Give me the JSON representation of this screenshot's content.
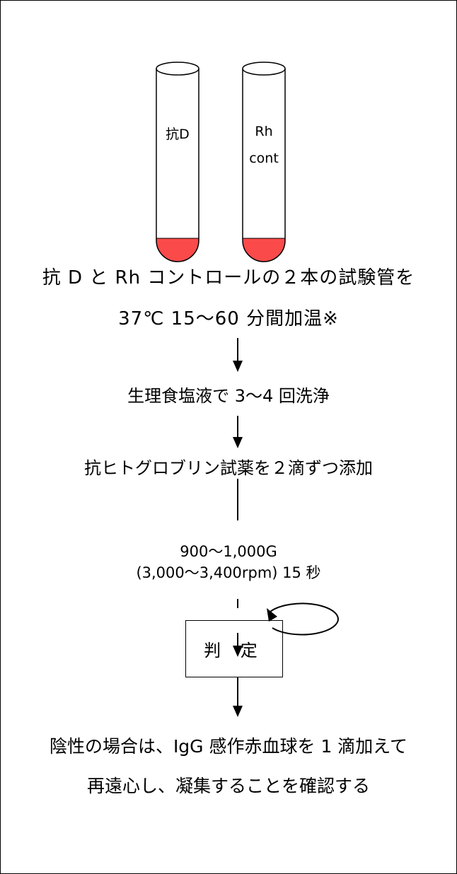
{
  "tubes": [
    {
      "label": "抗D",
      "liquid_color": "#fa4a4a"
    },
    {
      "label_line1": "Rh",
      "label_line2": "cont",
      "liquid_color": "#fa4a4a"
    }
  ],
  "steps": {
    "line1": "抗 D と Rh コントロールの２本の試験管を",
    "line2": "37℃ 15～60 分間加温※",
    "wash": "生理食塩液で 3～4 回洗浄",
    "reagent": "抗ヒトグロブリン試薬を２滴ずつ添加",
    "centrifuge_line1": "900～1,000G",
    "centrifuge_line2": "(3,000～3,400rpm) 15 秒",
    "judge": "判 定",
    "note_line1": "陰性の場合は、IgG 感作赤血球を 1 滴加えて",
    "note_line2": "再遠心し、凝集することを確認する"
  }
}
